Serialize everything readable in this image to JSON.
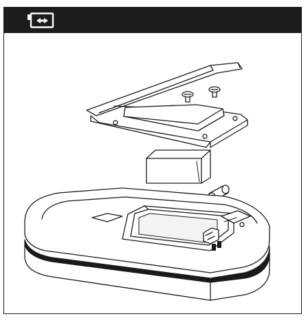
{
  "header": {
    "icon": "battery-replace-icon",
    "background": "#1c1c1c",
    "icon_color": "#ffffff"
  },
  "illustration": {
    "subject": "meter-battery-compartment",
    "parts": [
      "battery-cover",
      "cover-screws",
      "battery",
      "fuse",
      "meter-body"
    ]
  }
}
